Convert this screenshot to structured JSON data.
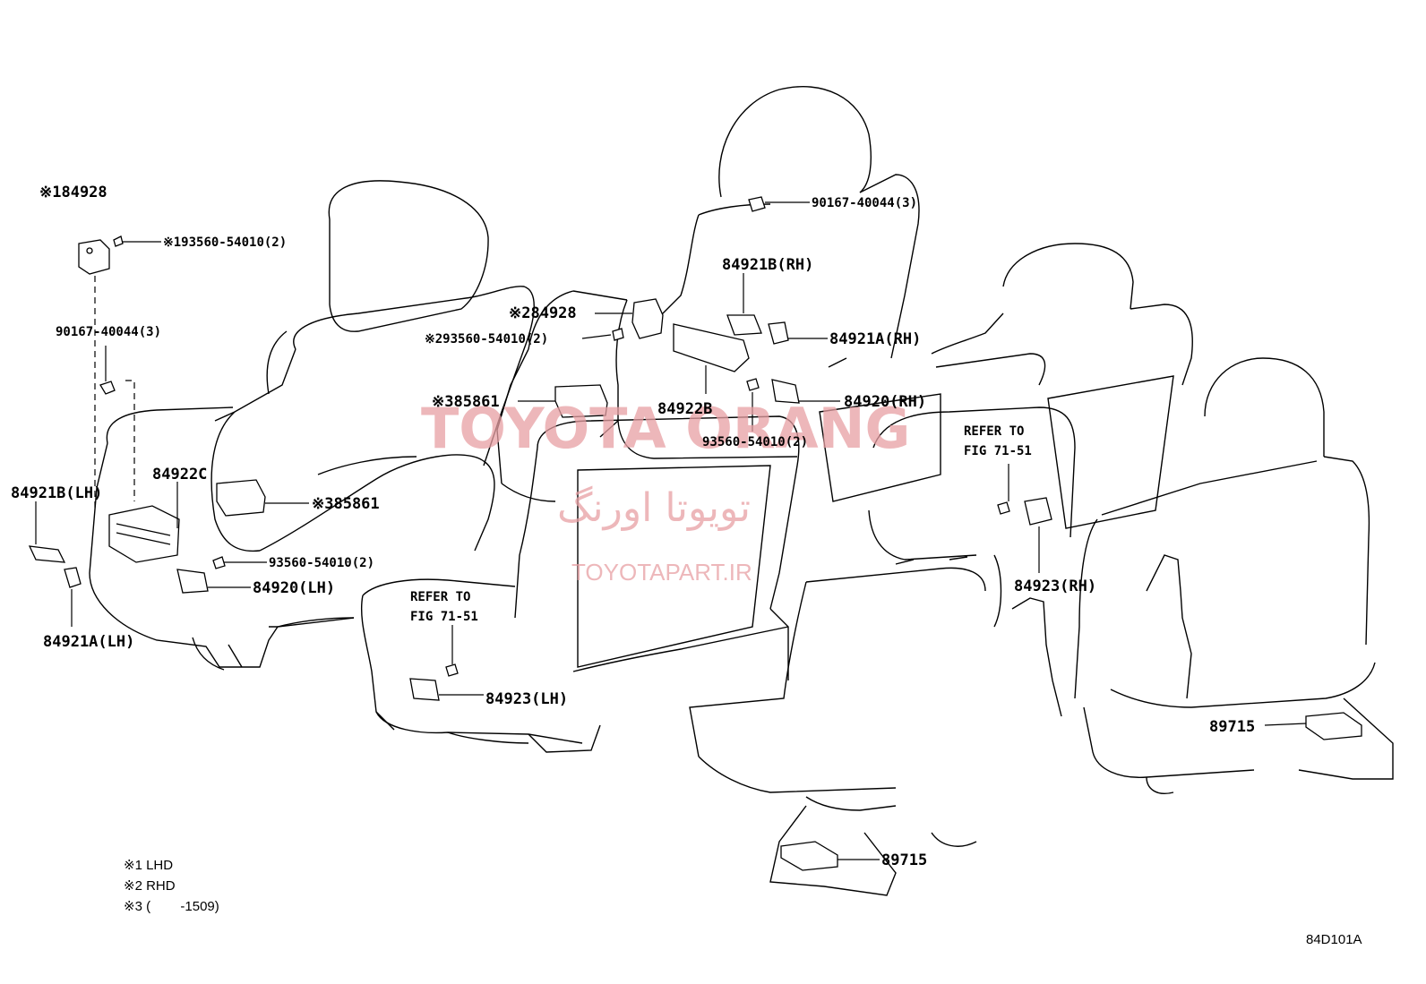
{
  "labels": {
    "l01": "※184928",
    "l02": "※193560-54010(2)",
    "l03": "90167-40044(3)",
    "l04": "84921B(LH)",
    "l05": "84922C",
    "l06": "※385861",
    "l07": "93560-54010(2)",
    "l08": "84920(LH)",
    "l09": "84921A(LH)",
    "l10": "90167-40044(3)",
    "l11": "84921B(RH)",
    "l12": "※284928",
    "l13": "※293560-54010(2)",
    "l14": "84921A(RH)",
    "l15": "※385861",
    "l16": "84922B",
    "l17": "84920(RH)",
    "l18": "93560-54010(2)",
    "l19": "REFER TO",
    "l20": "FIG 71-51",
    "l21": "REFER TO",
    "l22": "FIG 71-51",
    "l23": "84923(RH)",
    "l24": "84923(LH)",
    "l25": "89715",
    "l26": "89715"
  },
  "legend": {
    "n1": "※1 LHD",
    "n2": "※2 RHD",
    "n3": "※3 (        -1509)"
  },
  "diagram_code": "84D101A",
  "watermark": {
    "main": "TOYOTA ORANG",
    "farsi": "تویوتا اورنگ",
    "url": "TOYOTAPART.IR",
    "color": "#e8a0a4"
  }
}
